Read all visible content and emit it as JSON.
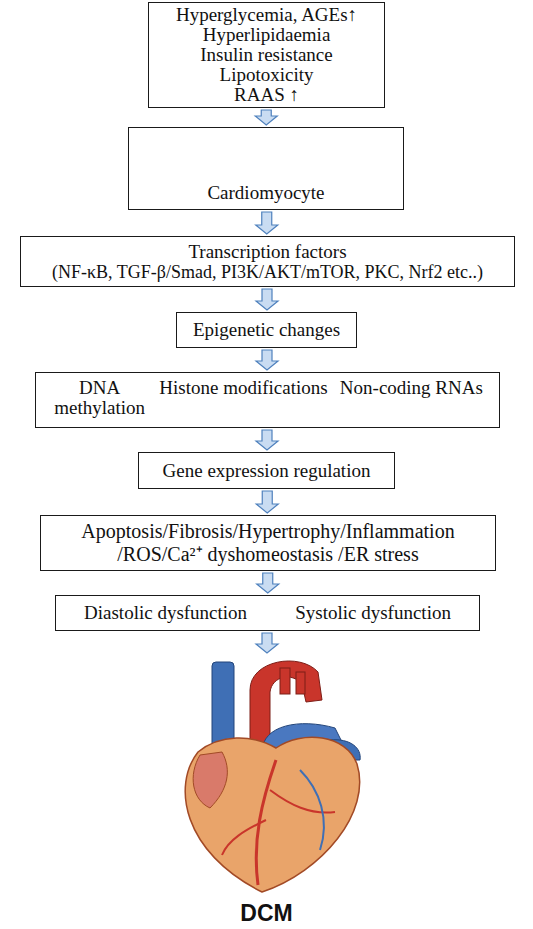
{
  "diagram": {
    "nodes": [
      {
        "text": [
          "Hyperglycemia, AGEs↑",
          "Hyperlipidaemia",
          "Insulin resistance",
          "Lipotoxicity",
          "RAAS ↑"
        ]
      },
      {
        "text": [
          "Cardiomyocyte"
        ]
      },
      {
        "text": [
          "Transcription factors",
          "(NF-κB, TGF-β/Smad, PI3K/AKT/mTOR, PKC, Nrf2 etc..)"
        ]
      },
      {
        "text": [
          "Epigenetic changes"
        ]
      },
      {
        "text": [
          "DNA methylation",
          "Histone modifications",
          "Non-coding RNAs"
        ]
      },
      {
        "text": [
          "Gene expression regulation"
        ]
      },
      {
        "text": [
          "Apoptosis/Fibrosis/Hypertrophy/Inflammation /ROS/Ca²⁺ dyshomeostasis /ER stress"
        ]
      },
      {
        "text": [
          "Diastolic dysfunction",
          "Systolic dysfunction"
        ]
      },
      {
        "text": [
          "DCM"
        ]
      }
    ],
    "edges": [
      {
        "from": 0,
        "to": 1,
        "arrow": "to"
      },
      {
        "from": 1,
        "to": 2,
        "arrow": "to"
      },
      {
        "from": 2,
        "to": 3,
        "arrow": "to"
      },
      {
        "from": 3,
        "to": 4,
        "arrow": "to"
      },
      {
        "from": 4,
        "to": 5,
        "arrow": "to"
      },
      {
        "from": 5,
        "to": 6,
        "arrow": "to"
      },
      {
        "from": 6,
        "to": 7,
        "arrow": "to"
      },
      {
        "from": 7,
        "to": 8,
        "arrow": "to"
      }
    ]
  }
}
